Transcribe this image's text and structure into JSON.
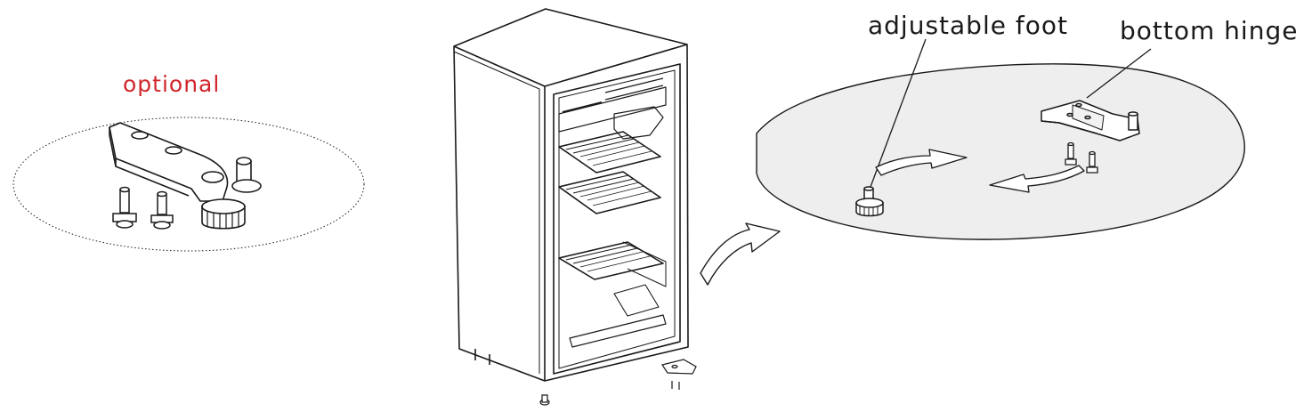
{
  "labels": {
    "optional": "optional",
    "adjustable_foot": "adjustable foot",
    "bottom_hinge": "bottom hinge"
  },
  "colors": {
    "line": "#1a1a1a",
    "accent_text": "#d0262b",
    "callout_fill": "#eeeeee",
    "part_fill": "#ffffff"
  },
  "icons": {
    "fridge": "refrigerator-door-open-icon",
    "hinge": "bottom-hinge-bracket-icon",
    "foot": "adjustable-foot-icon",
    "screw": "screw-icon",
    "flow_arrow": "curved-arrow-icon",
    "rotate_arrows": "rotation-arrows-icon"
  }
}
